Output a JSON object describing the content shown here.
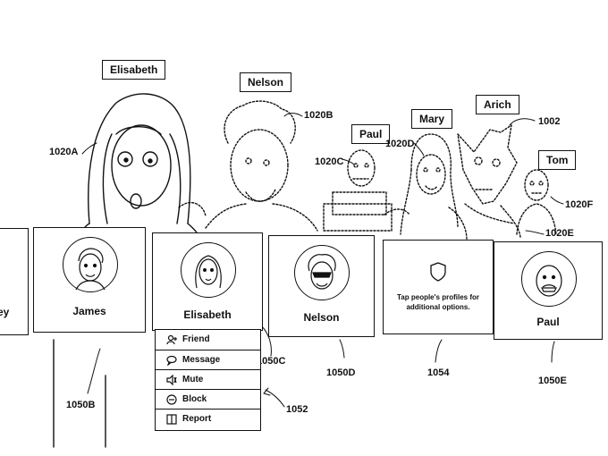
{
  "people_labels": {
    "elisabeth": "Elisabeth",
    "nelson": "Nelson",
    "paul": "Paul",
    "mary": "Mary",
    "arich": "Arich",
    "tom": "Tom"
  },
  "references": {
    "r1020A": "1020A",
    "r1020B": "1020B",
    "r1020C": "1020C",
    "r1020D": "1020D",
    "r1002": "1002",
    "r1020F": "1020F",
    "r1020E": "1020E",
    "r1050B": "1050B",
    "r1050C": "1050C",
    "r1050D": "1050D",
    "r1054": "1054",
    "r1050E": "1050E",
    "r1052": "1052"
  },
  "cards": {
    "partial_name": "ey",
    "james": "James",
    "elisabeth": "Elisabeth",
    "nelson": "Nelson",
    "info_text": "Tap people's profiles for additional options.",
    "paul": "Paul"
  },
  "menu": {
    "friend": "Friend",
    "message": "Message",
    "mute": "Mute",
    "block": "Block",
    "report": "Report"
  },
  "icons": {
    "friend": "person-plus-icon",
    "message": "speech-bubble-icon",
    "mute": "speaker-icon",
    "block": "block-circle-icon",
    "report": "report-book-icon",
    "info": "shield-icon"
  }
}
